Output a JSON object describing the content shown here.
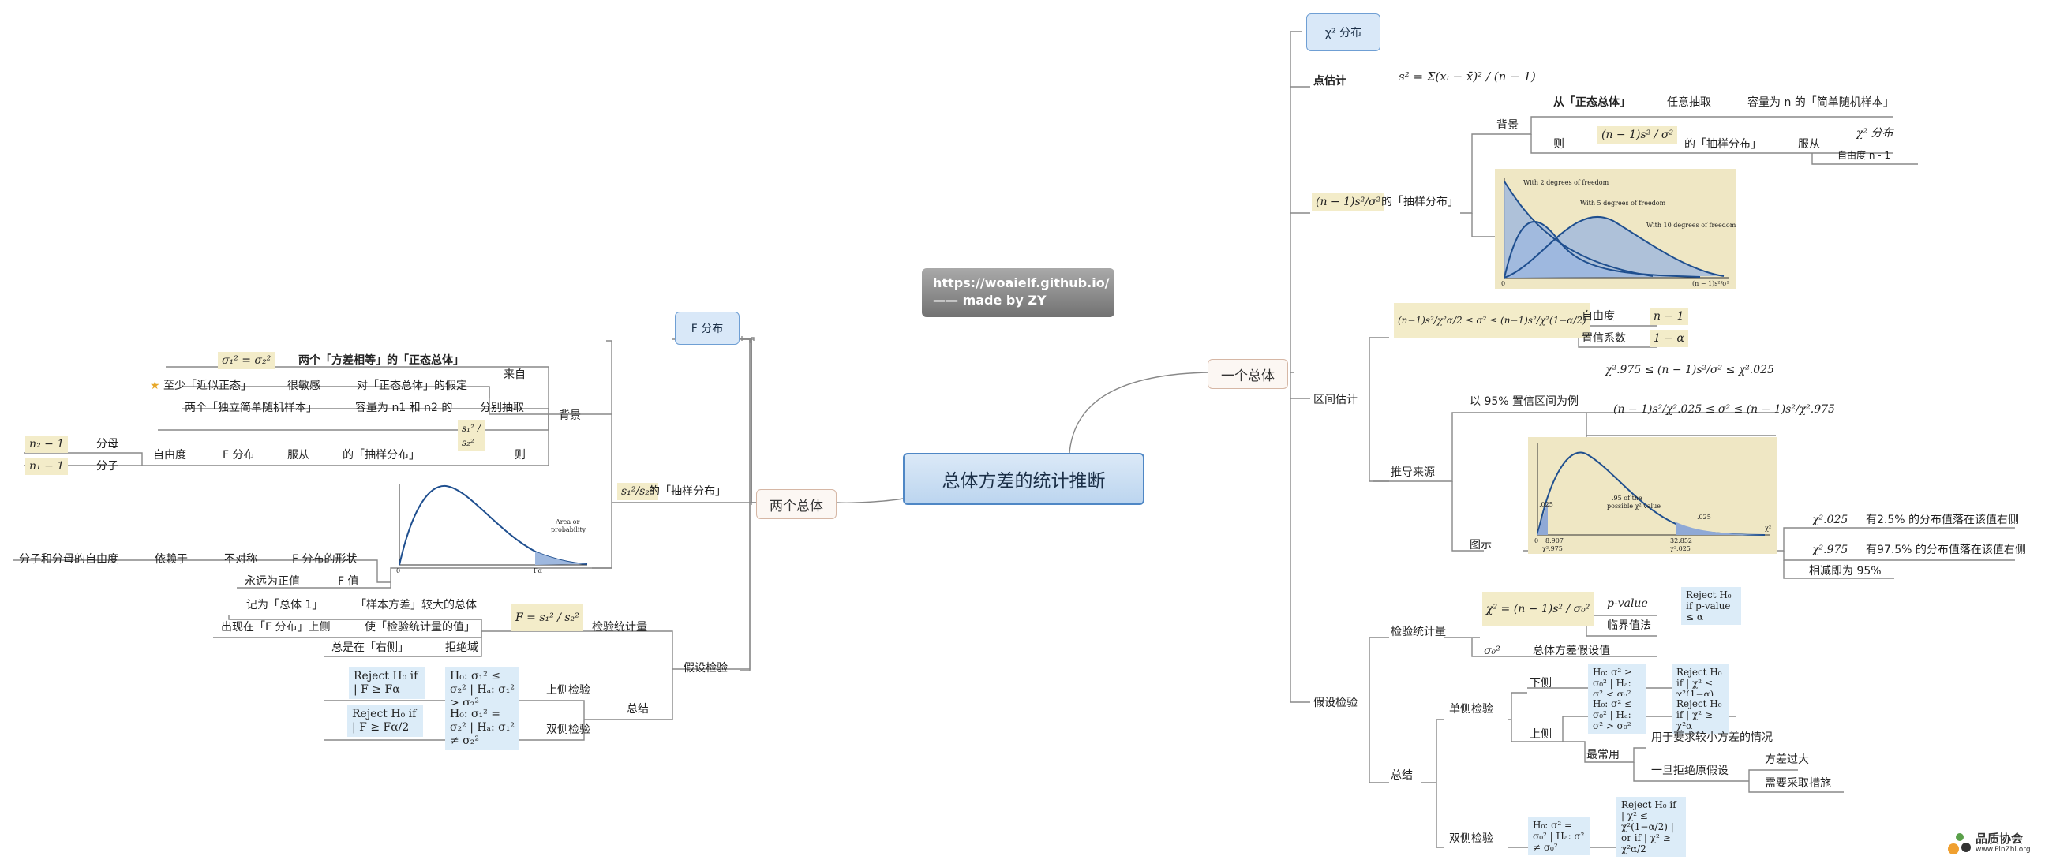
{
  "center": {
    "title": "总体方差的统计推断"
  },
  "watermark": {
    "line1": "https://woaielf.github.io/",
    "line2": "—— made by ZY"
  },
  "one_pop": {
    "title": "一个总体",
    "chi_title": "χ² 分布",
    "point": {
      "label": "点估计",
      "formula": "s² = Σ(xᵢ − x̄)² / (n − 1)"
    },
    "sampling": {
      "title": "的「抽样分布」",
      "title_math": "(n − 1)s²/σ²",
      "bg_label": "背景",
      "bg_from": "从「正态总体」",
      "bg_any": "任意抽取",
      "bg_size": "容量为 n 的「简单随机样本」",
      "then": "则",
      "stat": "(n − 1)s² / σ²",
      "of": "的「抽样分布」",
      "follow": "服从",
      "dist": "χ² 分布",
      "df": "自由度 n - 1",
      "chart_labels": [
        "With 2 degrees of freedom",
        "With 5 degrees of freedom",
        "With 10 degrees of freedom",
        "0",
        "(n − 1)s²/σ²"
      ]
    },
    "interval": {
      "label": "区间估计",
      "formula": "(n−1)s²/χ²α/2 ≤ σ² ≤ (n−1)s²/χ²(1−α/2)",
      "df_label": "自由度",
      "df_val": "n − 1",
      "conf_label": "置信系数",
      "conf_val": "1 − α",
      "derive": "推导来源",
      "example": "以 95% 置信区间为例",
      "eq1": "χ².975 ≤ (n − 1)s²/σ² ≤ χ².025",
      "eq2": "(n − 1)s²/χ².025 ≤ σ² ≤ (n − 1)s²/χ².975",
      "figure": "图示",
      "fig_labels": [
        ".025",
        ".95 of the",
        "possible χ² value",
        ".025",
        "0",
        "8.907",
        "32.852",
        "χ²",
        "χ².975",
        "χ².025"
      ],
      "r1_sym": "χ².025",
      "r1_text": "有2.5% 的分布值落在该值右侧",
      "r2_sym": "χ².975",
      "r2_text": "有97.5% 的分布值落在该值右侧",
      "r3_text": "相减即为 95%"
    },
    "test": {
      "label": "假设检验",
      "stat_label": "检验统计量",
      "stat_formula": "χ² = (n − 1)s² / σ₀²",
      "pvalue": "p-value",
      "reject_p": "Reject H₀ if p-value ≤ α",
      "critical": "临界值法",
      "sigma0": "σ₀²",
      "sigma0_text": "总体方差假设值",
      "summary": "总结",
      "one_tail": "单侧检验",
      "lower": "下侧",
      "lower_h": "H₀: σ² ≥ σ₀² | Hₐ: σ² < σ₀²",
      "lower_r": "Reject H₀ if | χ² ≤ χ²(1−α)",
      "upper": "上侧",
      "upper_h": "H₀: σ² ≤ σ₀² | Hₐ: σ² > σ₀²",
      "upper_r": "Reject H₀ if | χ² ≥ χ²α",
      "common": "最常用",
      "common_1": "用于要求较小方差的情况",
      "common_2": "一旦拒绝原假设",
      "common_3": "方差过大",
      "common_4": "需要采取措施",
      "two_tail": "双侧检验",
      "two_h": "H₀: σ² = σ₀² | Hₐ: σ² ≠ σ₀²",
      "two_r": "Reject H₀ if | χ² ≤ χ²(1−α/2) | or if | χ² ≥ χ²α/2"
    }
  },
  "two_pop": {
    "title": "两个总体",
    "f_title": "F 分布",
    "sampling": {
      "title": "的「抽样分布」",
      "title_math": "s₁²/s₂²",
      "bg_label": "背景",
      "eq": "σ₁² = σ₂²",
      "eq_text": "两个「方差相等」的「正态总体」",
      "from": "来自",
      "least": "至少「近似正态」",
      "sensitive": "很敏感",
      "assump": "对「正态总体」的假定",
      "indep": "两个「独立简单随机样本」",
      "sizes": "容量为 n1 和 n2 的",
      "separate": "分别抽取",
      "ratio": "s₁² / s₂²",
      "then": "则",
      "of": "的「抽样分布」",
      "follow": "服从",
      "fdist": "F 分布",
      "df": "自由度",
      "num": "分子",
      "num_val": "n₁ − 1",
      "den": "分母",
      "den_val": "n₂ − 1",
      "shape": "F 分布的形状",
      "asym": "不对称",
      "depends": "依赖于",
      "dfs": "分子和分母的自由度",
      "fval": "F 值",
      "positive": "永远为正值",
      "fig_labels": [
        "Area or",
        "probability",
        "0",
        "Fα"
      ]
    },
    "test": {
      "label": "假设检验",
      "stat_label": "检验统计量",
      "stat_formula": "F = s₁² / s₂²",
      "pop1": "记为「总体 1」",
      "pop1_b": "「样本方差」较大的总体",
      "upper_tail": "出现在「F 分布」上侧",
      "make_big": "使「检验统计量的值」",
      "reject": "拒绝域",
      "always_right": "总是在「右侧」",
      "summary": "总结",
      "upper": "上侧检验",
      "upper_r": "Reject H₀ if | F ≥ Fα",
      "upper_h": "H₀: σ₁² ≤ σ₂² | Hₐ: σ₁² > σ₂²",
      "two": "双侧检验",
      "two_r": "Reject H₀ if | F ≥ Fα/2",
      "two_h": "H₀: σ₁² = σ₂² | Hₐ: σ₁² ≠ σ₂²"
    }
  },
  "logo": {
    "name": "品质协会",
    "url": "www.PinZhi.org"
  }
}
